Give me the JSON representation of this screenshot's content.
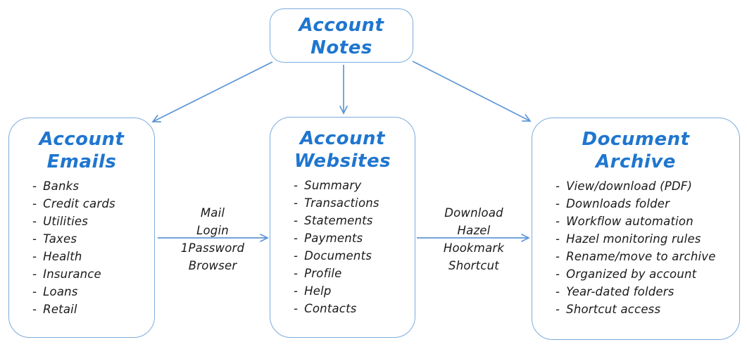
{
  "diagram": {
    "bullet": "-",
    "colors": {
      "title_blue": "#1f76cf",
      "box_stroke": "#7cacdd",
      "arrow_stroke": "#5f97d6",
      "body_text": "#1a1a1a",
      "background": "#ffffff"
    },
    "nodes": {
      "notes": {
        "title_lines": [
          "Account",
          "Notes"
        ]
      },
      "emails": {
        "title_lines": [
          "Account",
          "Emails"
        ],
        "items": [
          "Banks",
          "Credit cards",
          "Utilities",
          "Taxes",
          "Health",
          "Insurance",
          "Loans",
          "Retail"
        ]
      },
      "websites": {
        "title_lines": [
          "Account",
          "Websites"
        ],
        "items": [
          "Summary",
          "Transactions",
          "Statements",
          "Payments",
          "Documents",
          "Profile",
          "Help",
          "Contacts"
        ]
      },
      "archive": {
        "title_lines": [
          "Document",
          "Archive"
        ],
        "items": [
          "View/download (PDF)",
          "Downloads folder",
          "Workflow automation",
          "Hazel monitoring rules",
          "Rename/move to archive",
          "Organized by account",
          "Year-dated folders",
          "Shortcut access"
        ]
      }
    },
    "edges": {
      "emails_to_websites": {
        "label_lines": [
          "Mail",
          "Login",
          "1Password",
          "Browser"
        ]
      },
      "websites_to_archive": {
        "label_lines": [
          "Download",
          "Hazel",
          "Hookmark",
          "Shortcut"
        ]
      }
    }
  }
}
